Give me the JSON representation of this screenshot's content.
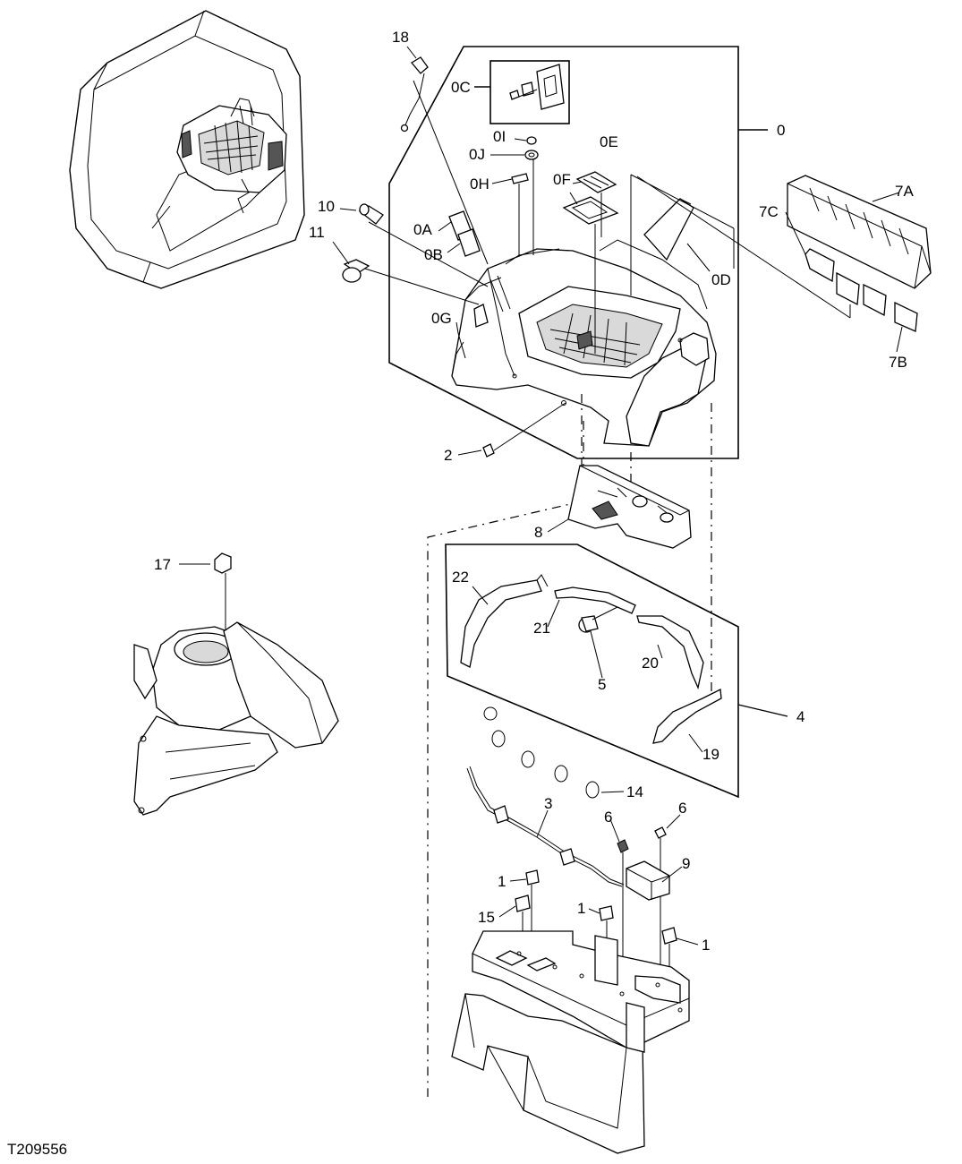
{
  "figure_id": "T209556",
  "callouts": {
    "c0": "0",
    "c0A": "0A",
    "c0B": "0B",
    "c0C": "0C",
    "c0D": "0D",
    "c0E": "0E",
    "c0F": "0F",
    "c0G": "0G",
    "c0H": "0H",
    "c0I": "0I",
    "c0J": "0J",
    "c1a": "1",
    "c1b": "1",
    "c1c": "1",
    "c2": "2",
    "c3": "3",
    "c4": "4",
    "c5": "5",
    "c6a": "6",
    "c6b": "6",
    "c7A": "7A",
    "c7B": "7B",
    "c7C": "7C",
    "c8": "8",
    "c9": "9",
    "c10": "10",
    "c11": "11",
    "c14": "14",
    "c15": "15",
    "c17": "17",
    "c18": "18",
    "c19": "19",
    "c20": "20",
    "c21": "21",
    "c22": "22"
  }
}
